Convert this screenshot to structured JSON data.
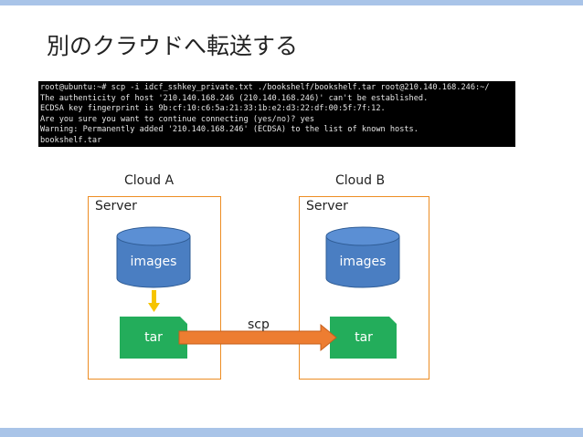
{
  "slide": {
    "title": "別のクラウドへ転送する"
  },
  "terminal": {
    "lines": [
      "root@ubuntu:~# scp -i idcf_sshkey_private.txt ./bookshelf/bookshelf.tar root@210.140.168.246:~/",
      "The authenticity of host '210.140.168.246 (210.140.168.246)' can't be established.",
      "ECDSA key fingerprint is 9b:cf:10:c6:5a:21:33:1b:e2:d3:22:df:00:5f:7f:12.",
      "Are you sure you want to continue connecting (yes/no)? yes",
      "Warning: Permanently added '210.140.168.246' (ECDSA) to the list of known hosts.",
      "bookshelf.tar"
    ]
  },
  "cloud_a": {
    "title": "Cloud A",
    "server_label": "Server",
    "db_label": "images",
    "file_label": "tar"
  },
  "cloud_b": {
    "title": "Cloud B",
    "server_label": "Server",
    "db_label": "images",
    "file_label": "tar"
  },
  "transfer": {
    "label": "scp"
  },
  "colors": {
    "band": "#a9c4e8",
    "server_border": "#ed8d24",
    "database_fill": "#4a7ec2",
    "database_border": "#2f5c95",
    "file_fill": "#23ad5b",
    "transfer_arrow": "#ed7d31",
    "local_arrow": "#f6c400"
  }
}
